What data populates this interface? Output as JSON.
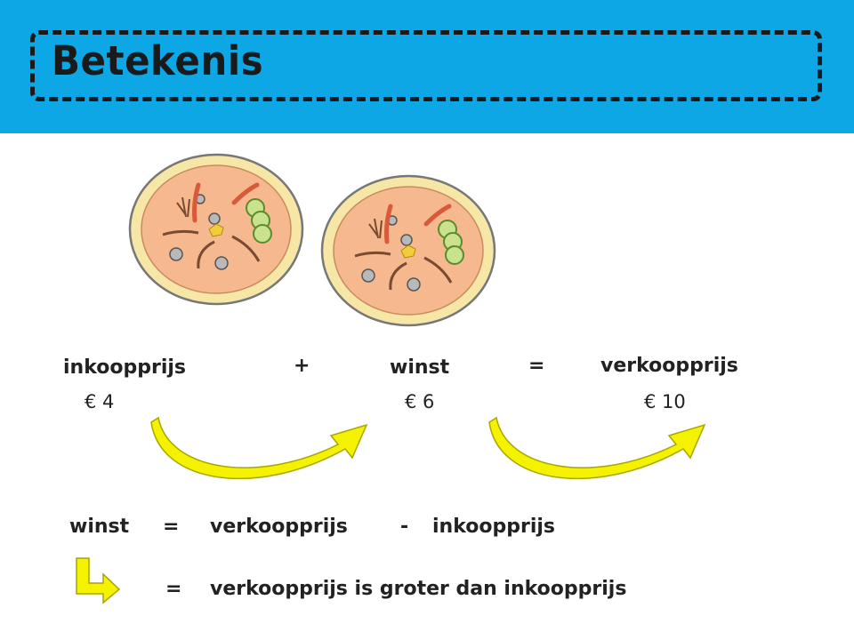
{
  "title": "Betekenis",
  "equation": {
    "term1": "inkoopprijs",
    "plus": "+",
    "term2": "winst",
    "equals": "=",
    "term3": "verkoopprijs",
    "value1": "€ 4",
    "value2": "€ 6",
    "value3": "€ 10"
  },
  "formula": {
    "left": "winst",
    "equals": "=",
    "middle": "verkoopprijs",
    "minus": "-",
    "right": "inkoopprijs"
  },
  "conclusion": {
    "equals": "=",
    "text": "verkoopprijs is groter dan inkoopprijs"
  },
  "colors": {
    "header": "#0ea7e6",
    "arrow": "#f5f200",
    "pizza_crust": "#f6e6a8",
    "pizza_sauce": "#f6b98f"
  }
}
